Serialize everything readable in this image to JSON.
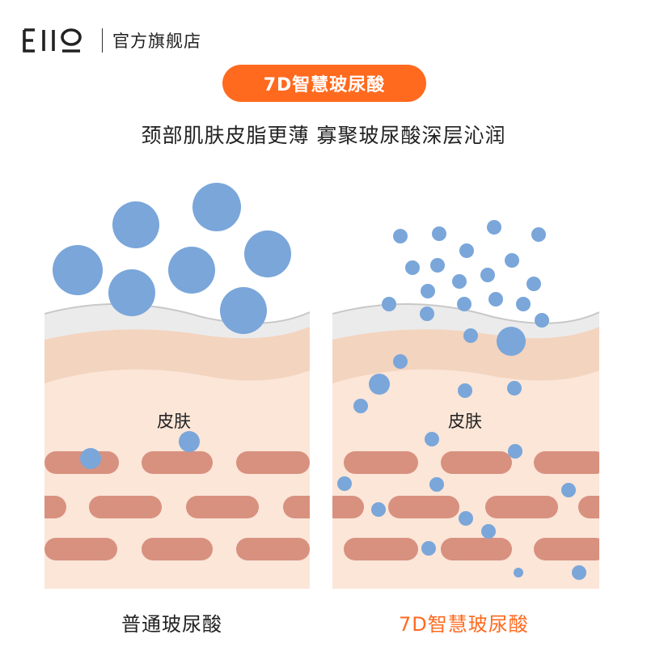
{
  "brand": {
    "logo_text": "EIIO",
    "store_name": "官方旗舰店"
  },
  "highlight_label": "7D智慧玻尿酸",
  "headline": "颈部肌肤皮脂更薄 寡聚玻尿酸深层沁润",
  "panels": [
    {
      "skin_label": "皮肤",
      "caption": "普通玻尿酸"
    },
    {
      "skin_label": "皮肤",
      "caption": "7D智慧玻尿酸"
    }
  ],
  "colors": {
    "accent": "#ff6a1f",
    "molecule": "#7aa6da",
    "skin_top": "#f3d4bf",
    "skin_body": "#fbe6d8",
    "cell": "#d8917f",
    "surface": "#ebebeb"
  }
}
